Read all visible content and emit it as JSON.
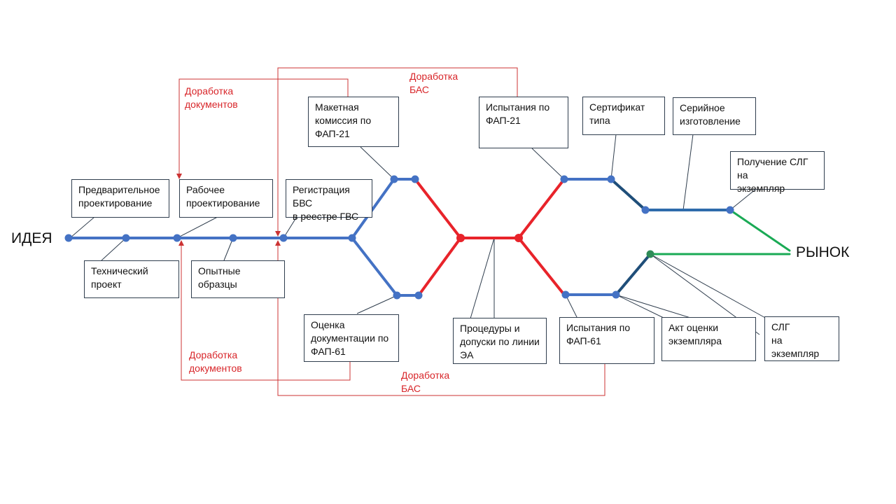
{
  "start_label": "ИДЕЯ",
  "end_label": "РЫНОК",
  "colors": {
    "blue": "#4472c4",
    "dark_blue": "#1f4e79",
    "red": "#e8232a",
    "green": "#1aaa55",
    "loop_red": "#cc3333",
    "box_border": "#2f3d4d"
  },
  "callouts": {
    "predvaritelnoe": "Предварительное\nпроектирование",
    "tehnicheskiy": "Технический\nпроект",
    "rabochee": "Рабочее\nпроектирование",
    "opytnye": "Опытные\nобразцы",
    "registraciya": "Регистрация БВС\nв реестре ГВС",
    "maketnaya": "Макетная\nкомиссия по\nФАП-21",
    "ocenka": "Оценка\nдокументации по\nФАП-61",
    "procedury": "Процедуры и\nдопуски по линии\nЭА",
    "ispytaniya21": "Испытания по\nФАП-21",
    "ispytaniya61": "Испытания по\nФАП-61",
    "sertifikat": "Сертификат\nтипа",
    "seriynoe": "Серийное\nизготовление",
    "poluchenie": "Получение СЛГ на\nэкземпляр",
    "akt": "Акт оценки\nэкземпляра",
    "slg": "СЛГ\nна экземпляр"
  },
  "loops": {
    "dorabotka_dok_top": "Доработка\nдокументов",
    "dorabotka_bas_top": "Доработка\nБАС",
    "dorabotka_dok_bottom": "Доработка\nдокументов",
    "dorabotka_bas_bottom": "Доработка\nБАС"
  }
}
